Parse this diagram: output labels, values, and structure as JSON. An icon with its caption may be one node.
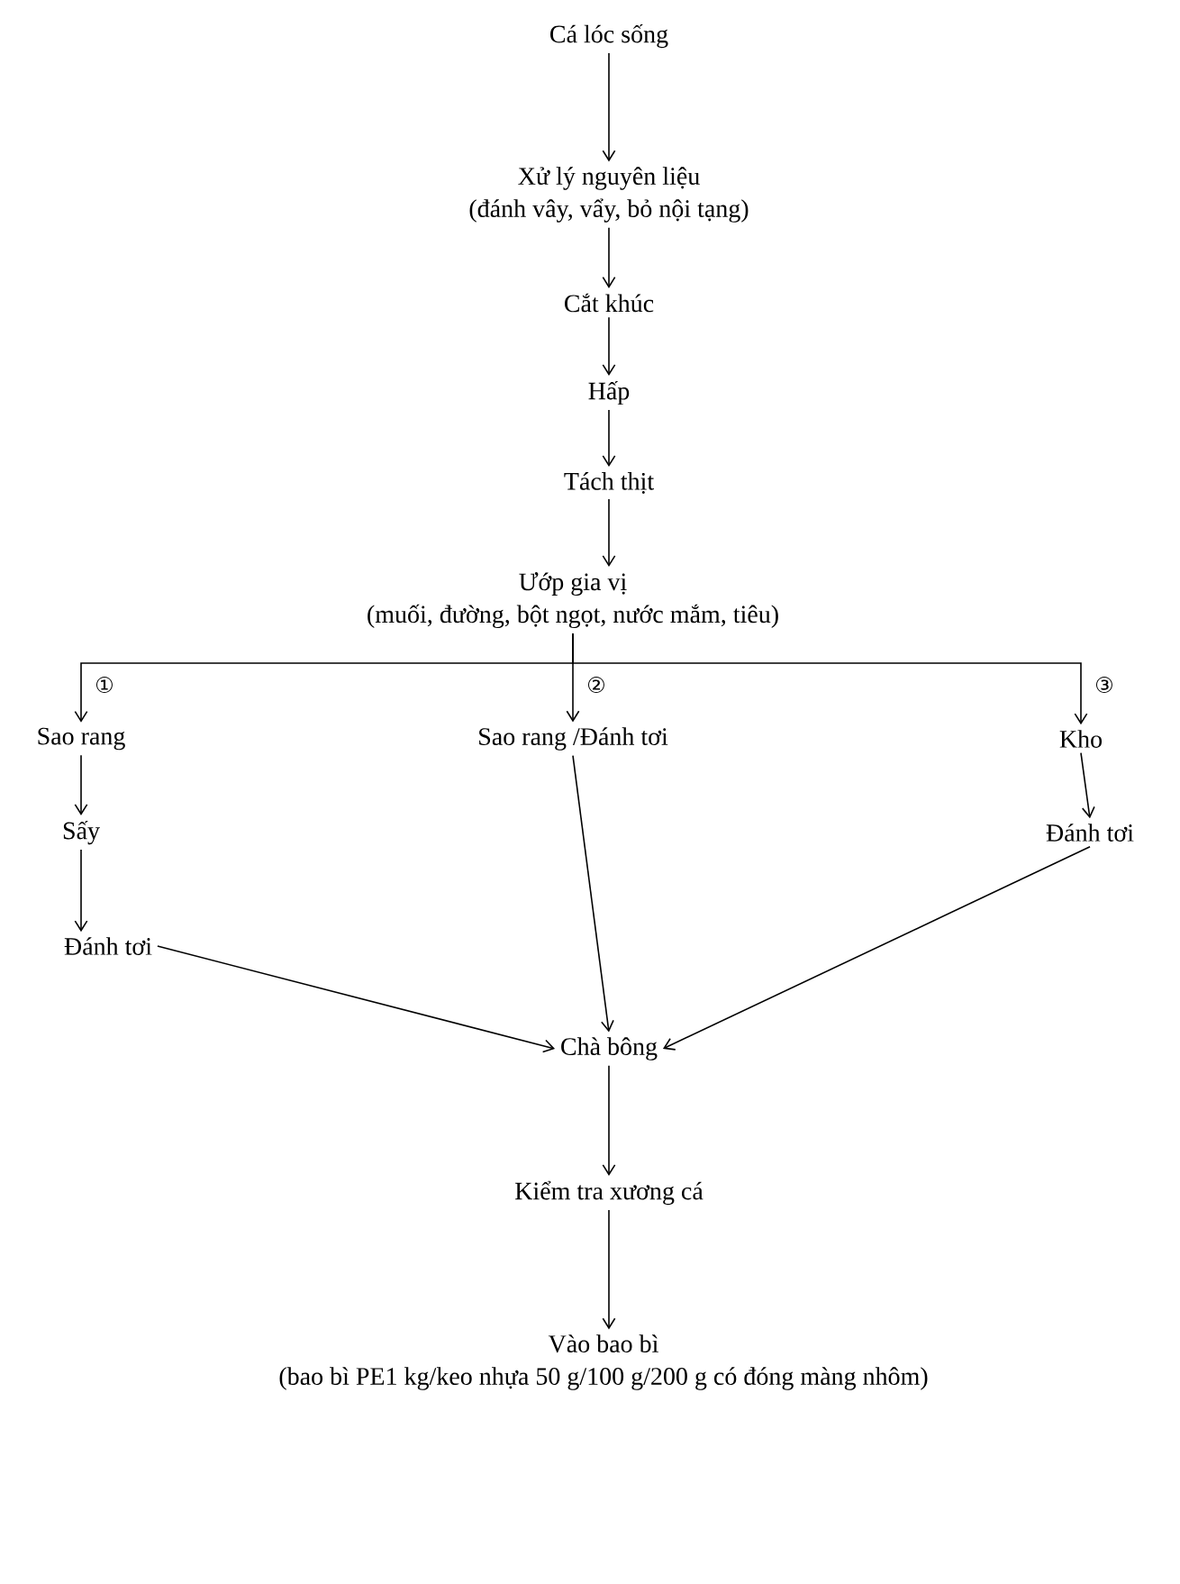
{
  "diagram": {
    "nodes": [
      {
        "text": [
          "Cá lóc sống"
        ]
      },
      {
        "text": [
          "Xử lý nguyên liệu",
          "(đánh vây, vẩy, bỏ nội tạng)"
        ]
      },
      {
        "text": [
          "Cắt khúc"
        ]
      },
      {
        "text": [
          "Hấp"
        ]
      },
      {
        "text": [
          "Tách thịt"
        ]
      },
      {
        "text": [
          "Ướp gia vị",
          "(muối, đường, bột ngọt, nước mắm, tiêu)"
        ]
      },
      {
        "text": [
          "Sao rang"
        ]
      },
      {
        "text": [
          "Sao rang /Đánh tơi"
        ]
      },
      {
        "text": [
          "Kho"
        ]
      },
      {
        "text": [
          "Sấy"
        ]
      },
      {
        "text": [
          "Đánh tơi"
        ]
      },
      {
        "text": [
          "Đánh tơi"
        ]
      },
      {
        "text": [
          "Chà bông"
        ]
      },
      {
        "text": [
          "Kiểm tra xương cá"
        ]
      },
      {
        "text": [
          "Vào bao bì",
          "(bao bì PE1 kg/keo nhựa 50 g/100 g/200 g có đóng màng nhôm)"
        ]
      }
    ],
    "edges": [
      {
        "from": 0,
        "to": 1,
        "arrow": "to"
      },
      {
        "from": 1,
        "to": 2,
        "arrow": "to"
      },
      {
        "from": 2,
        "to": 3,
        "arrow": "to"
      },
      {
        "from": 3,
        "to": 4,
        "arrow": "to"
      },
      {
        "from": 4,
        "to": 5,
        "arrow": "to"
      },
      {
        "from": 5,
        "to": 6,
        "arrow": "to",
        "label": "①"
      },
      {
        "from": 5,
        "to": 7,
        "arrow": "to",
        "label": "②"
      },
      {
        "from": 5,
        "to": 8,
        "arrow": "to",
        "label": "③"
      },
      {
        "from": 6,
        "to": 9,
        "arrow": "to"
      },
      {
        "from": 9,
        "to": 10,
        "arrow": "to"
      },
      {
        "from": 8,
        "to": 11,
        "arrow": "to"
      },
      {
        "from": 10,
        "to": 12,
        "arrow": "to"
      },
      {
        "from": 7,
        "to": 12,
        "arrow": "to"
      },
      {
        "from": 11,
        "to": 12,
        "arrow": "to"
      },
      {
        "from": 12,
        "to": 13,
        "arrow": "to"
      },
      {
        "from": 13,
        "to": 14,
        "arrow": "to"
      }
    ]
  }
}
